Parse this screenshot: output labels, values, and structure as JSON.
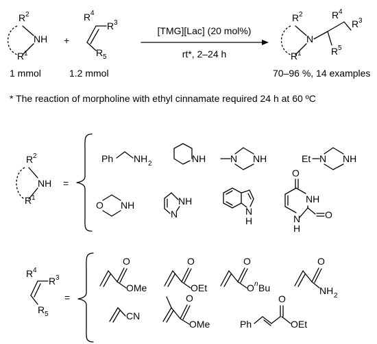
{
  "reaction": {
    "catalyst": "[TMG][Lac] (20 mol%)",
    "conditions": "rt*, 2–24 h",
    "amine_amount": "1 mmol",
    "alkene_amount": "1.2 mmol",
    "yield_range": "70–96 %, 14 examples",
    "plus": "+"
  },
  "footnote": "* The reaction of morpholine with ethyl cinnamate required 24 h at 60 ºC",
  "labels": {
    "R": "R",
    "n1": "1",
    "n2": "2",
    "n3": "3",
    "n4": "4",
    "n5": "5",
    "NH": "NH",
    "N": "N",
    "H": "H",
    "O": "O",
    "NH2": "NH",
    "sub2": "2",
    "Ph": "Ph",
    "Et": "Et",
    "OMe": "OMe",
    "OEt": "OEt",
    "On": "O",
    "nsup": "n",
    "Bu": "Bu",
    "CN": "CN",
    "eq": "="
  }
}
